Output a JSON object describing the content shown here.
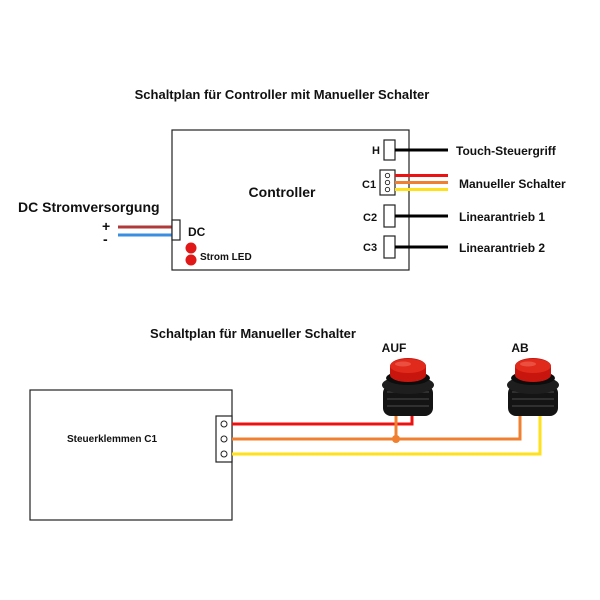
{
  "diagram1": {
    "title": "Schaltplan für Controller mit Manueller Schalter",
    "controller_label": "Controller",
    "power_label": "DC Stromversorgung",
    "plus_label": "+",
    "minus_label": "-",
    "dc_port_label": "DC",
    "led_label": "Strom LED",
    "ports": [
      {
        "label": "H",
        "target": "Touch-Steuergriff"
      },
      {
        "label": "C1",
        "target": "Manueller Schalter"
      },
      {
        "label": "C2",
        "target": "Linearantrieb 1"
      },
      {
        "label": "C3",
        "target": "Linearantrieb 2"
      }
    ]
  },
  "diagram2": {
    "title": "Schaltplan für Manueller Schalter",
    "terminal_label": "Steuerklemmen C1",
    "button_up_label": "AUF",
    "button_down_label": "AB"
  },
  "colors": {
    "wire_red": "#ee1111",
    "wire_orange": "#f08030",
    "wire_yellow": "#ffe01a",
    "wire_black": "#000000",
    "wire_brown": "#b03a3a",
    "wire_blue": "#3a8ee0",
    "led_red": "#e01818",
    "button_red": "#d01a10"
  }
}
